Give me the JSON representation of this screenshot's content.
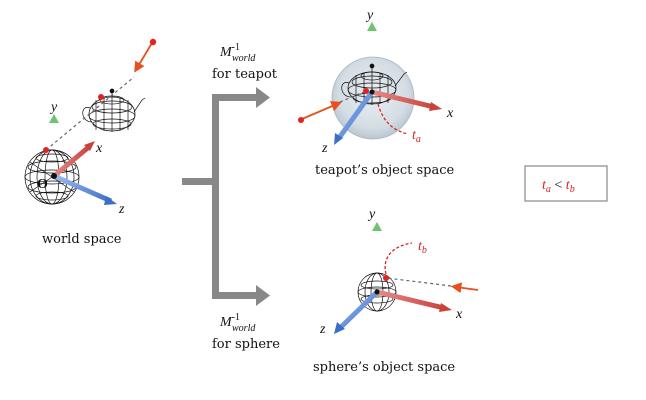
{
  "world": {
    "caption": "world space",
    "origin": "O",
    "axes": {
      "x": "x",
      "y": "y",
      "z": "z"
    }
  },
  "transforms": {
    "top": {
      "matrix": "M",
      "sup": "-1",
      "sub": "world",
      "label": "for teapot"
    },
    "bottom": {
      "matrix": "M",
      "sup": "-1",
      "sub": "world",
      "label": "for sphere"
    }
  },
  "teapot_space": {
    "caption": "teapot’s object space",
    "axes": {
      "x": "x",
      "y": "y",
      "z": "z"
    },
    "t_main": "t",
    "t_sub": "a"
  },
  "sphere_space": {
    "caption": "sphere’s object space",
    "axes": {
      "x": "x",
      "y": "y",
      "z": "z"
    },
    "t_main": "t",
    "t_sub": "b"
  },
  "comparison": {
    "a_main": "t",
    "a_sub": "a",
    "op": " < ",
    "b_main": "t",
    "b_sub": "b"
  },
  "colors": {
    "x_axis": "#d9534f",
    "y_axis": "#4caf50",
    "z_axis": "#4a7fd4",
    "ray": "#e8501e",
    "point": "#e32222",
    "arrow_gray": "#888888"
  }
}
